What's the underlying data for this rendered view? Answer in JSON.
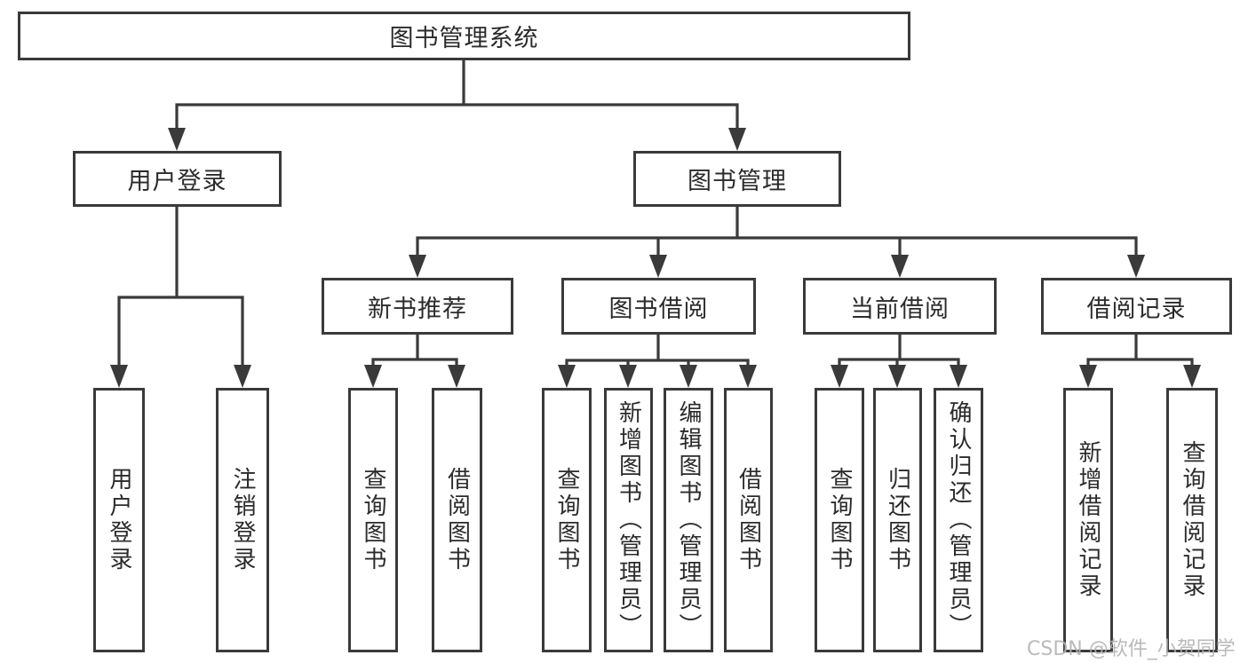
{
  "diagram": {
    "type": "hierarchy-tree",
    "nodes": {
      "root": "图书管理系统",
      "login": "用户登录",
      "mgmt": "图书管理",
      "l3": [
        "新书推荐",
        "图书借阅",
        "当前借阅",
        "借阅记录"
      ],
      "login_children": [
        "用户登录",
        "注销登录"
      ],
      "recommend_children": [
        "查询图书",
        "借阅图书"
      ],
      "borrow_children": [
        "查询图书",
        "新增图书（管理员）",
        "编辑图书（管理员）",
        "借阅图书"
      ],
      "current_children": [
        "查询图书",
        "归还图书",
        "确认归还（管理员）"
      ],
      "record_children": [
        "新增借阅记录",
        "查询借阅记录"
      ]
    },
    "colors": {
      "line": "#3a3a3a",
      "box_border": "#3a3a3a",
      "text": "#2b2b2b",
      "watermark": "#b3b3b3",
      "background": "#ffffff"
    }
  },
  "watermark": {
    "text": "CSDN @软件_小贺同学"
  }
}
